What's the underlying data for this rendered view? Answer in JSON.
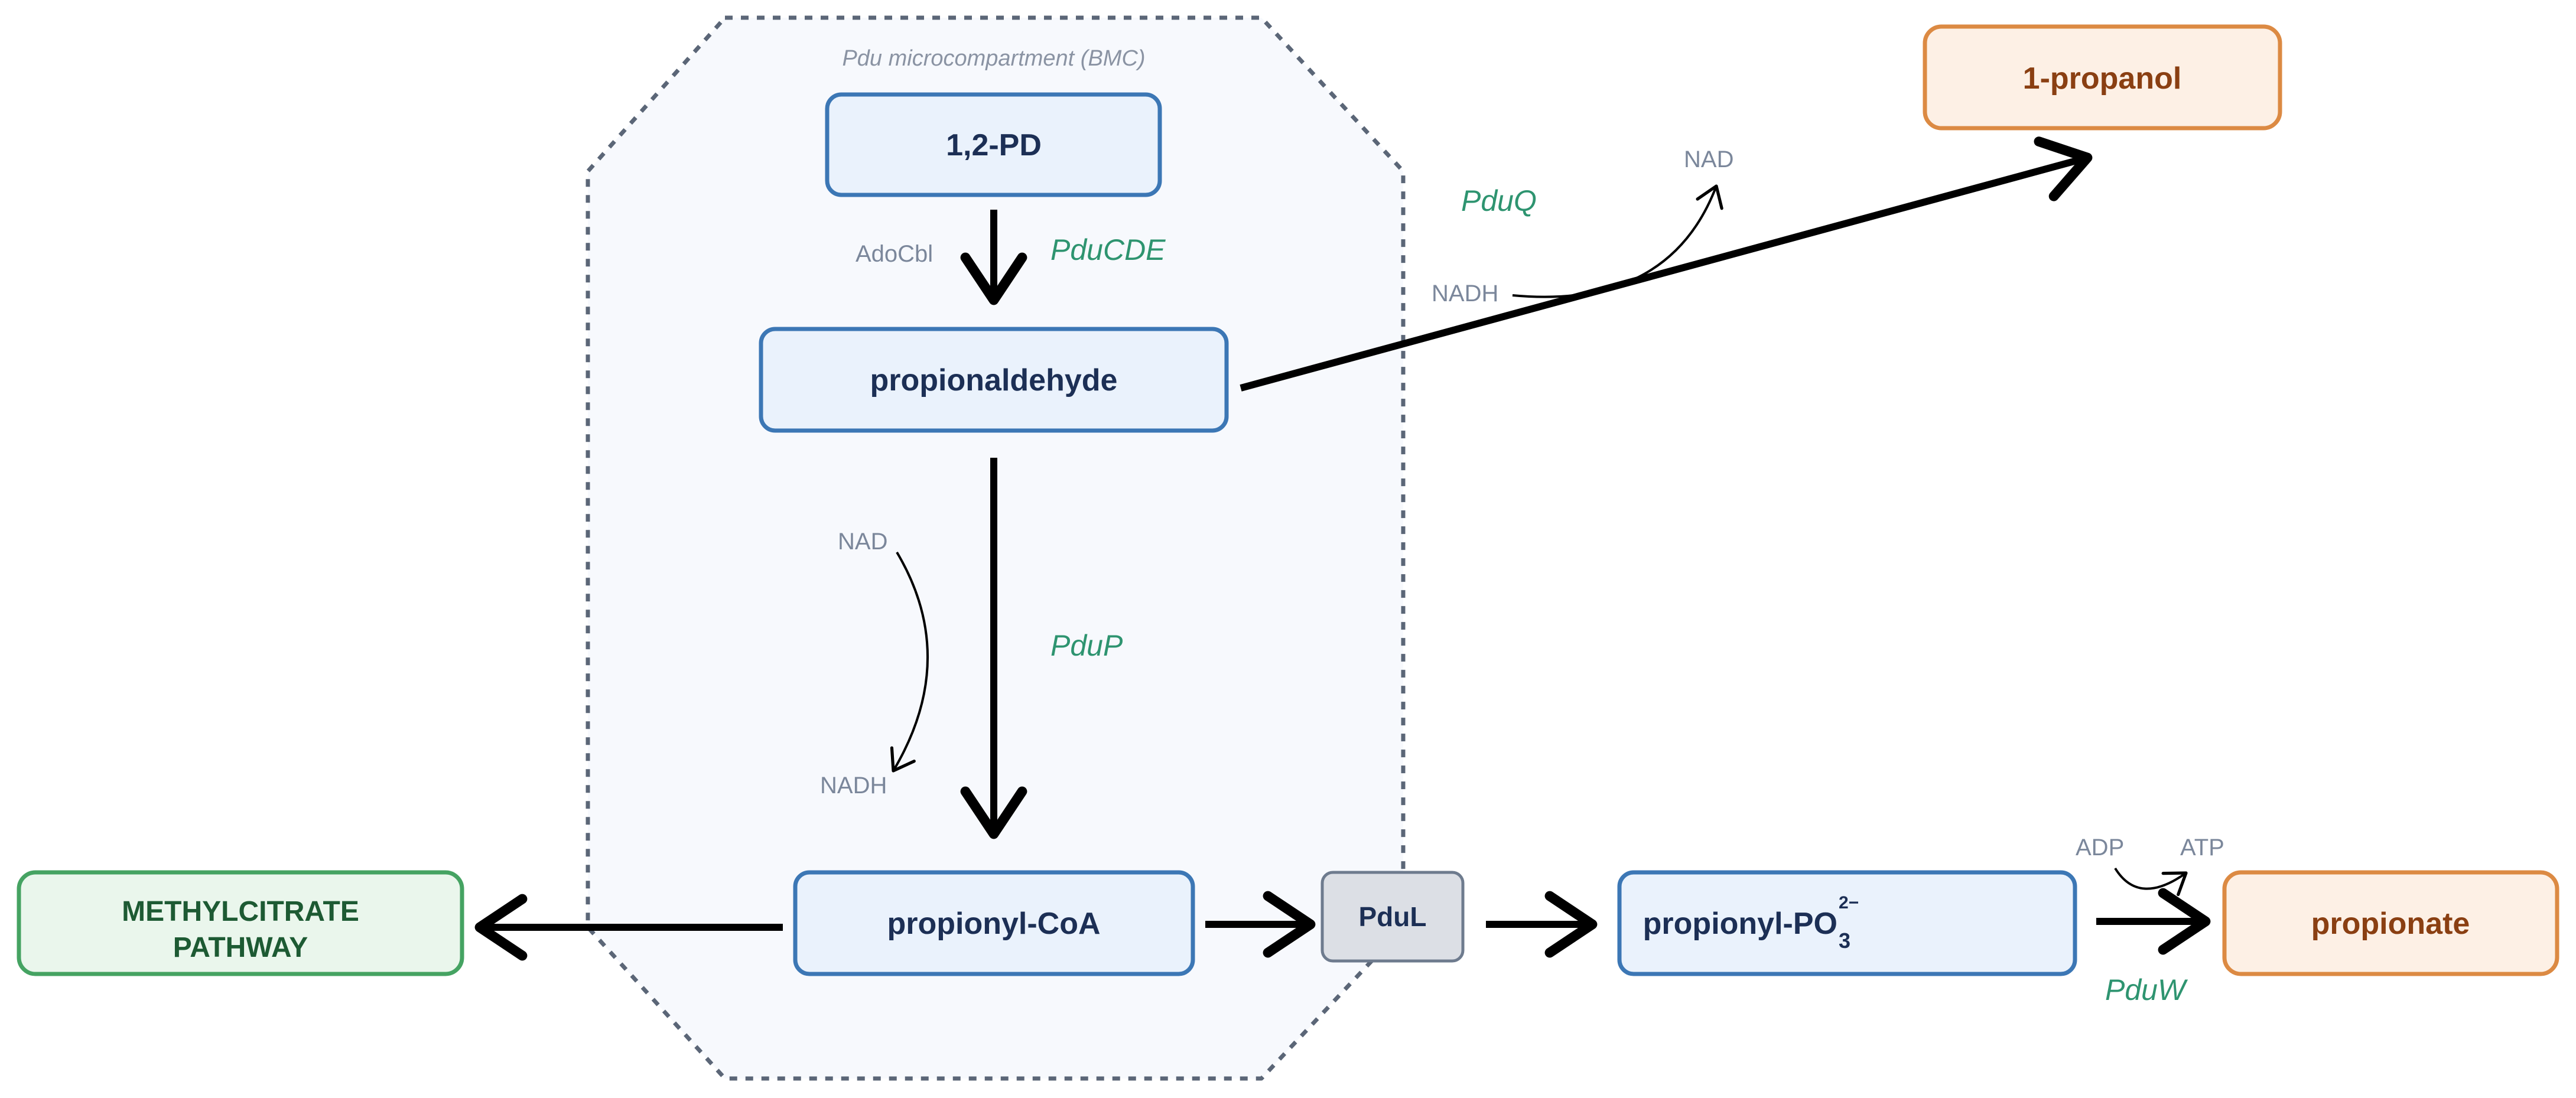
{
  "compartment": {
    "label": "Pdu microcompartment (BMC)"
  },
  "colors": {
    "internal_fill": "#eaf2fc",
    "internal_stroke": "#3c77b5",
    "internal_text": "#1c2f55",
    "product_fill": "#fdf0e5",
    "product_stroke": "#dc8a43",
    "product_text": "#8a3f12",
    "pathway_fill": "#eaf6ec",
    "pathway_stroke": "#45a362",
    "pathway_text": "#1d5a33",
    "shell_fill": "#dcdfe5",
    "shell_stroke": "#6e7b8e",
    "bmc_border": "#5b6677",
    "bmc_fill": "#f7f9fd",
    "enzyme_text": "#2e9470",
    "cofactor_text": "#7b879b"
  },
  "nodes": {
    "pd": "1,2-PD",
    "propionaldehyde": "propionaldehyde",
    "propionyl_coa": "propionyl-CoA",
    "pdul": "PduL",
    "propionyl_po3": "propionyl-PO",
    "propionyl_po3_sub": "3",
    "propionyl_po3_sup": "2−",
    "propionate": "propionate",
    "propanol": "1-propanol",
    "methylcitrate_line1": "METHYLCITRATE",
    "methylcitrate_line2": "PATHWAY"
  },
  "enzymes": {
    "pducde": "PduCDE",
    "pdup": "PduP",
    "pduq": "PduQ",
    "pduw": "PduW"
  },
  "cofactors": {
    "adocbl": "AdoCbl",
    "nad_p": "NAD",
    "nadh_p": "NADH",
    "nadh_q": "NADH",
    "nad_q": "NAD",
    "adp": "ADP",
    "atp": "ATP"
  }
}
